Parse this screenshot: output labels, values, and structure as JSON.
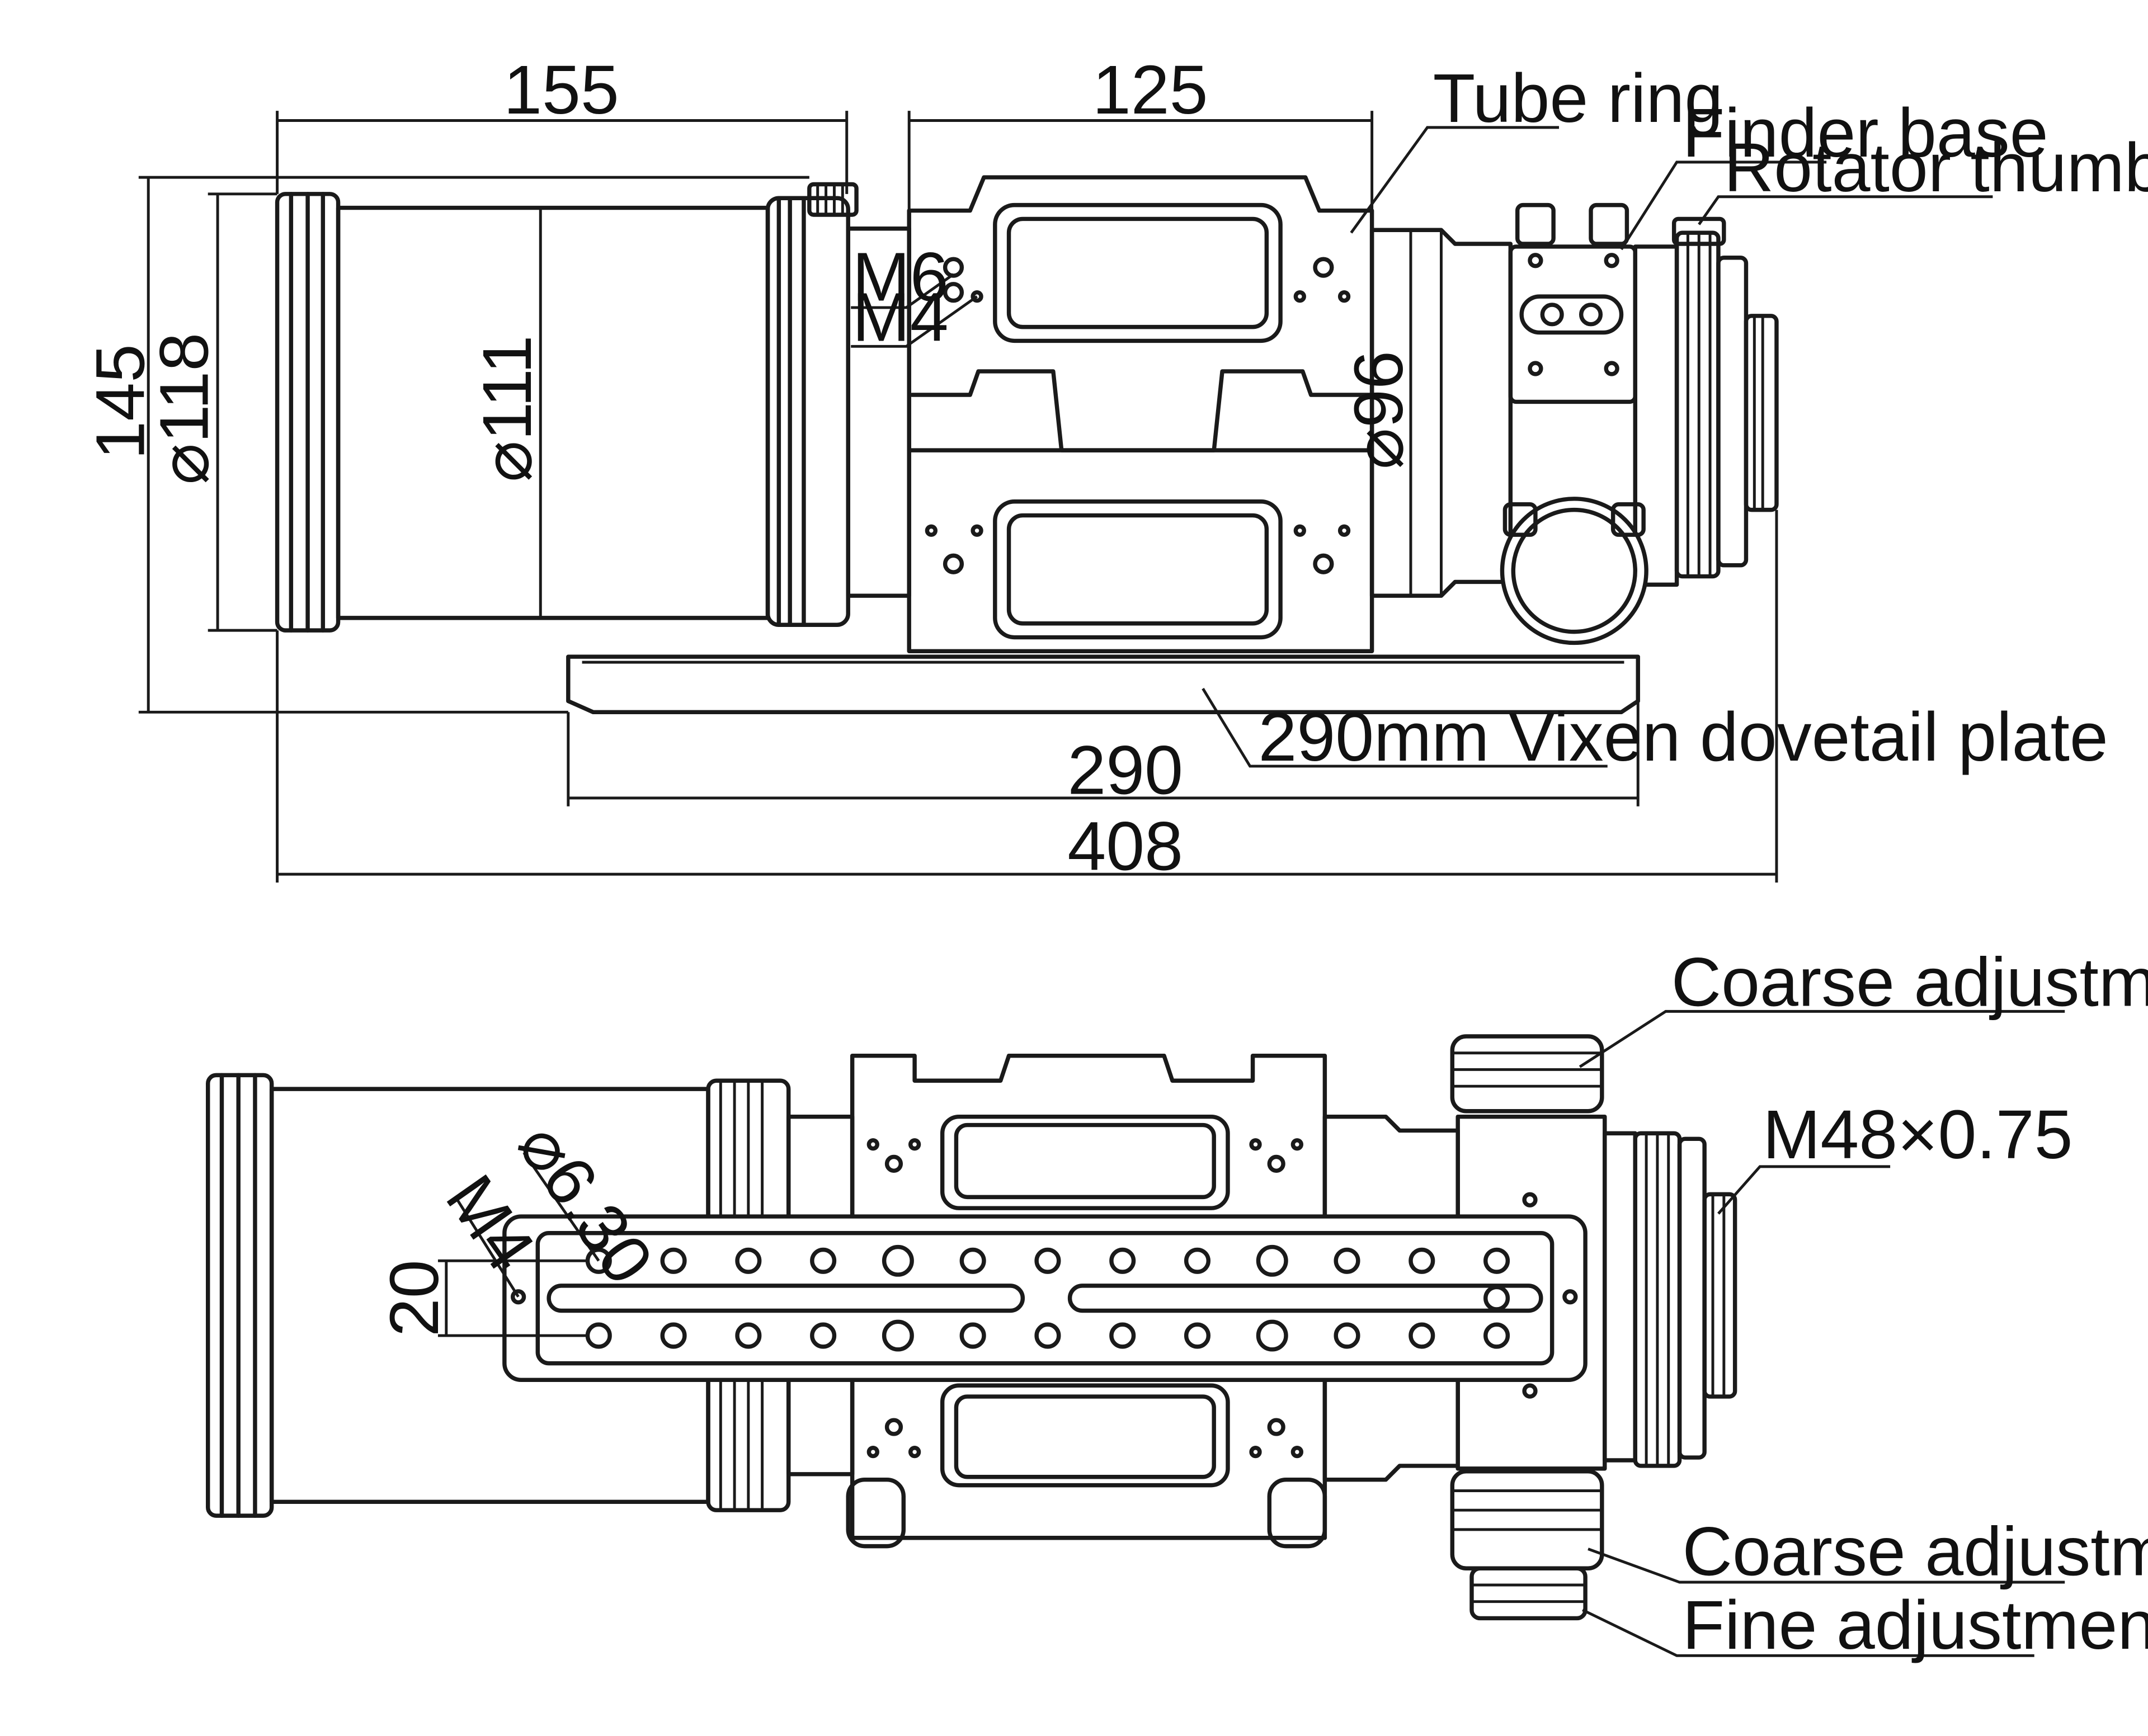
{
  "top_view": {
    "dimensions": {
      "lens_length": "155",
      "ring_width": "125",
      "height_overall": "145",
      "dia_dew_shield": "⌀118",
      "dia_tube": "⌀111",
      "dia_rear": "⌀96",
      "plate_length": "290",
      "total_length": "408"
    },
    "labels": {
      "tube_ring": "Tube ring",
      "finder_base": "Finder base",
      "rotator_thumb_screw": "Rotator thumb screw",
      "m6": "M6",
      "m4": "M4",
      "dovetail": "290mm Vixen dovetail plate"
    }
  },
  "bottom_view": {
    "dimensions": {
      "hole_dia": "⌀6.30",
      "m4": "M4",
      "spacing": "20"
    },
    "labels": {
      "coarse_top": "Coarse adjustment handwheel",
      "thread": "M48×0.75",
      "coarse_bottom": "Coarse adjustment handwheel",
      "fine": "Fine adjustment handwheel"
    }
  }
}
